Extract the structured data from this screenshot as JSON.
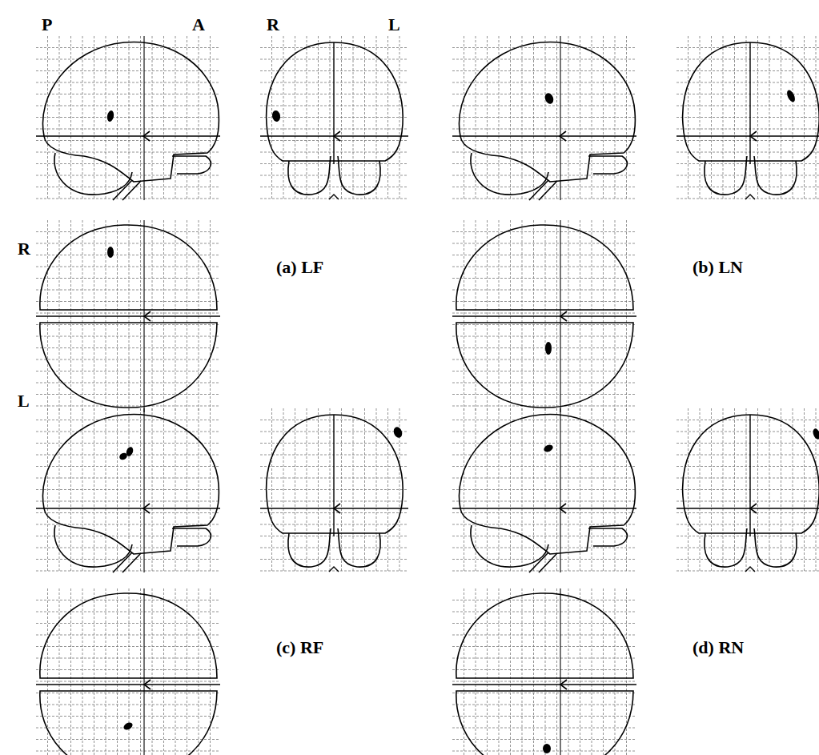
{
  "diagram": {
    "labels": [
      "P",
      "A",
      "R",
      "L",
      "R",
      "L",
      "(a) LF",
      "(b) LN",
      "(c) RF",
      "(d) RN"
    ]
  }
}
